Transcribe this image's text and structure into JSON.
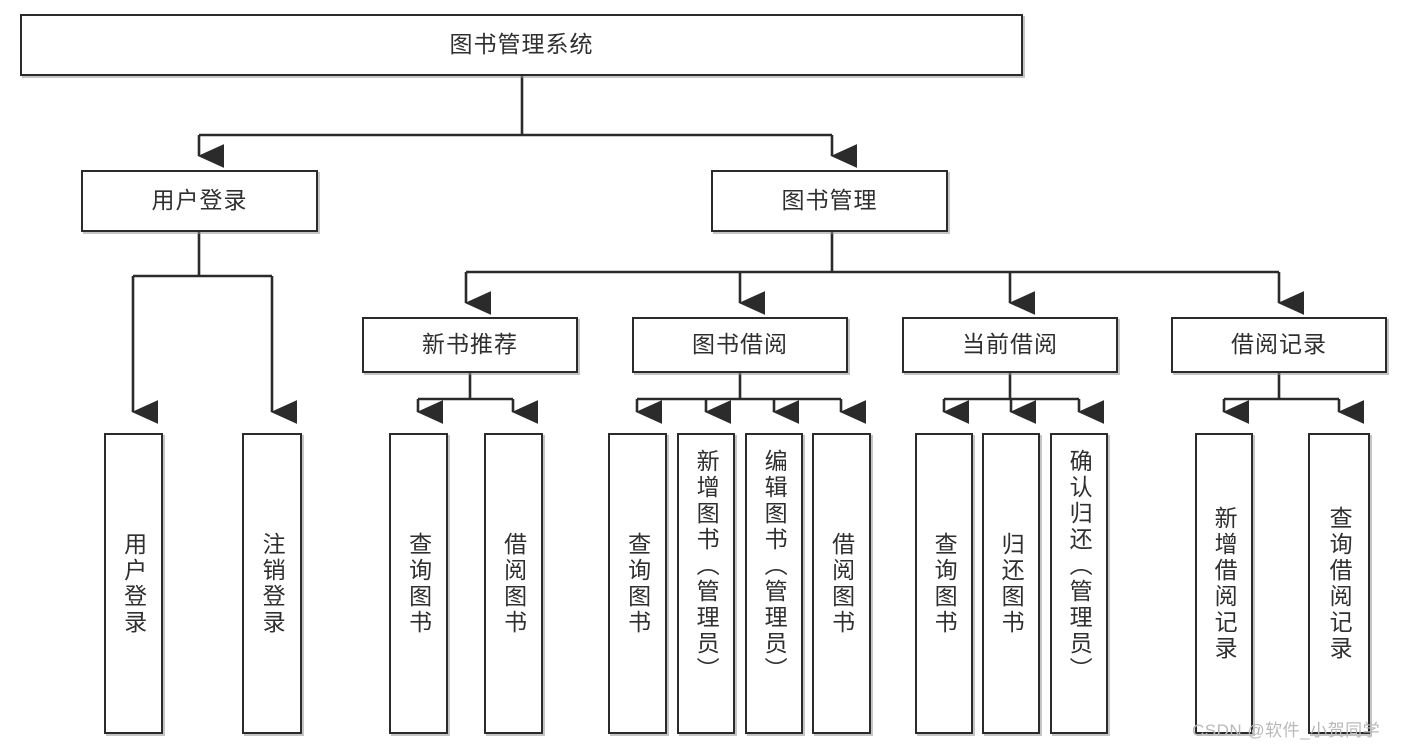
{
  "diagram": {
    "title": "图书管理系统",
    "type": "tree-hierarchy-chart",
    "watermark": "CSDN @软件_小贺同学",
    "colors": {
      "box_border": "#2b2b2b",
      "box_fill": "#ffffff",
      "text": "#2f2f2f",
      "connector": "#2b2b2b",
      "watermark": "#b9b9b9"
    },
    "nodes": {
      "root": {
        "label": "图书管理系统"
      },
      "level2": [
        {
          "label": "用户登录"
        },
        {
          "label": "图书管理"
        }
      ],
      "level3": [
        {
          "label": "新书推荐"
        },
        {
          "label": "图书借阅"
        },
        {
          "label": "当前借阅"
        },
        {
          "label": "借阅记录"
        }
      ],
      "leaves": {
        "user_login": [
          {
            "label": "用户登录"
          },
          {
            "label": "注销登录"
          }
        ],
        "new_book_recommend": [
          {
            "label": "查询图书"
          },
          {
            "label": "借阅图书"
          }
        ],
        "book_borrow": [
          {
            "label": "查询图书"
          },
          {
            "label": "新增图书（管理员）"
          },
          {
            "label": "编辑图书（管理员）"
          },
          {
            "label": "借阅图书"
          }
        ],
        "current_borrow": [
          {
            "label": "查询图书"
          },
          {
            "label": "归还图书"
          },
          {
            "label": "确认归还（管理员）"
          }
        ],
        "borrow_record": [
          {
            "label": "新增借阅记录"
          },
          {
            "label": "查询借阅记录"
          }
        ]
      }
    }
  }
}
